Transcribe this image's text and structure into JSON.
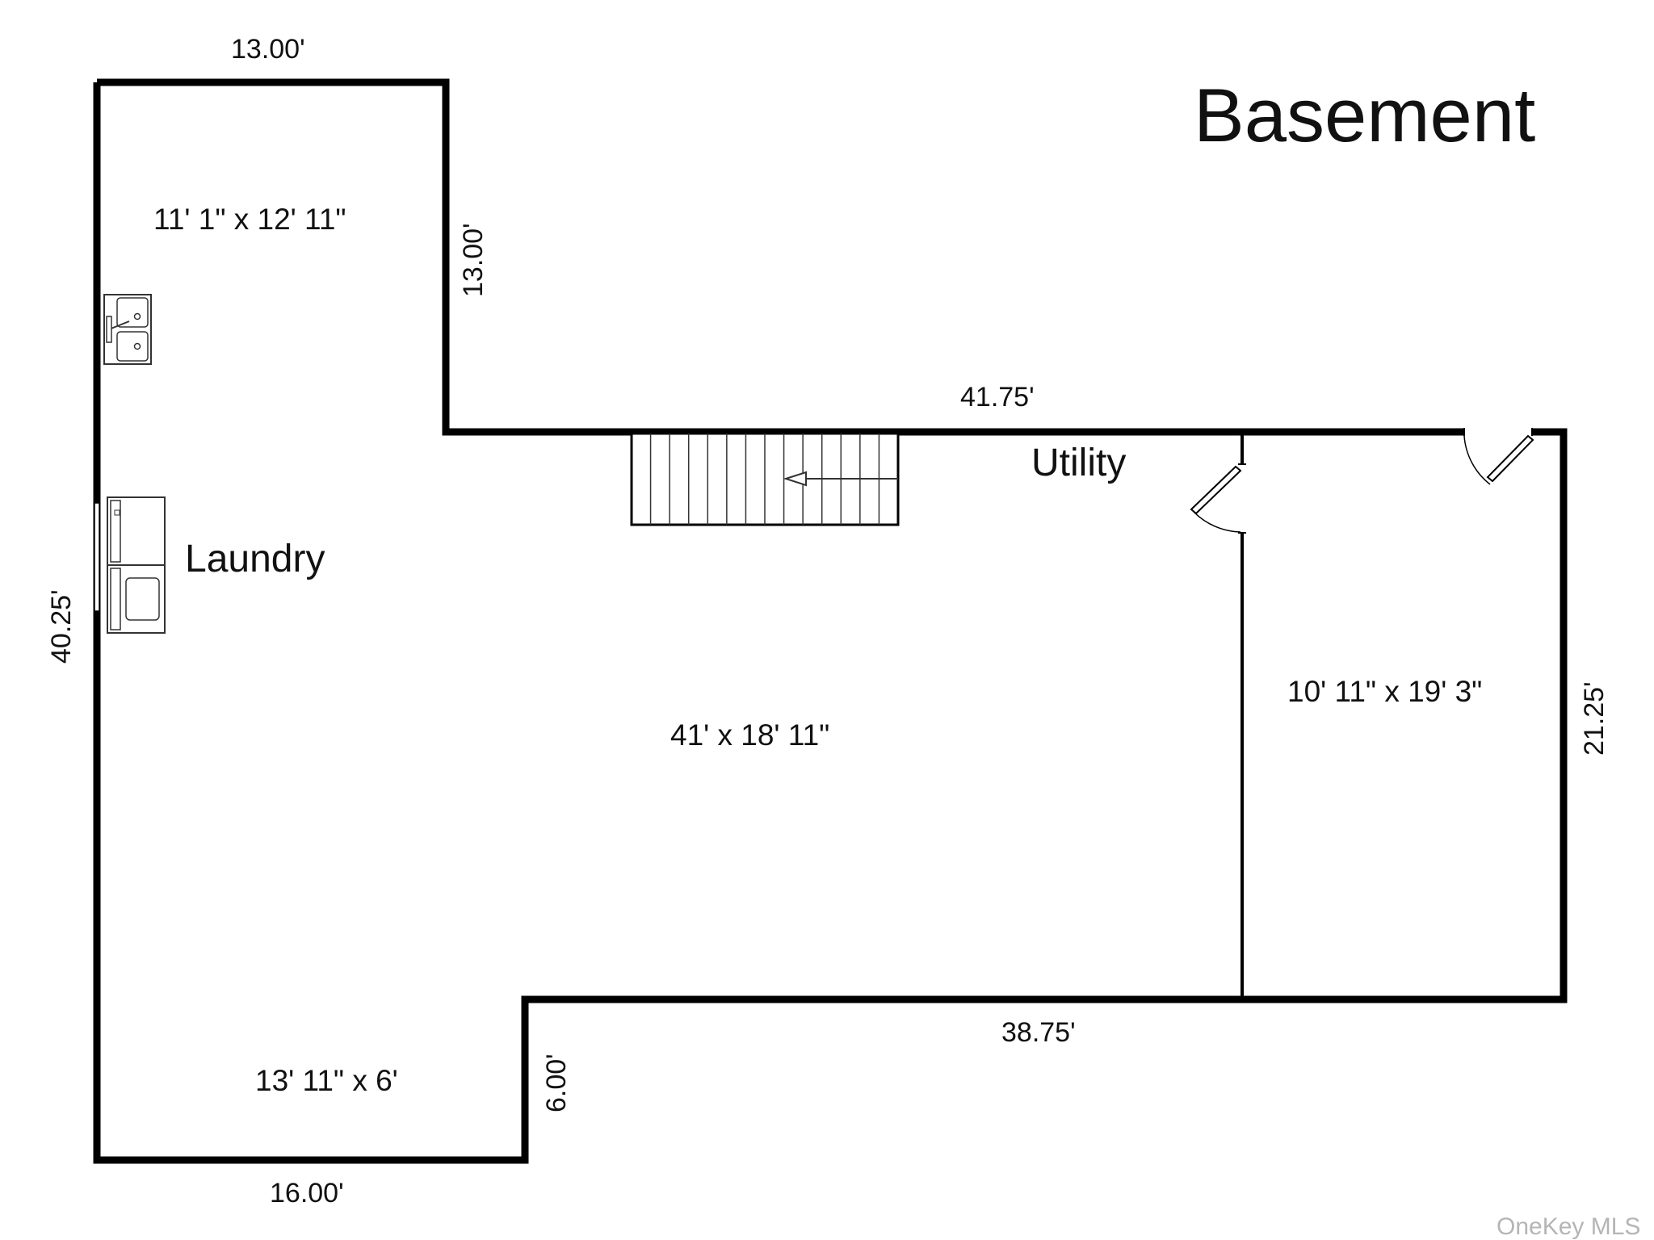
{
  "title": "Basement",
  "rooms": {
    "utility": "Utility",
    "laundry": "Laundry"
  },
  "areas": {
    "top_left": "11' 1\" x 12' 11\"",
    "main": "41' x 18' 11\"",
    "right_room": "10' 11\" x 19' 3\"",
    "bottom_left": "13' 11\" x 6'"
  },
  "dimensions": {
    "top": "13.00'",
    "upper_inner": "13.00'",
    "middle_top": "41.75'",
    "left": "40.25'",
    "right": "21.25'",
    "lower_right": "38.75'",
    "lower_inner": "6.00'",
    "bottom": "16.00'"
  },
  "watermark": "OneKey MLS",
  "colors": {
    "wall": "#000000",
    "fixture": "#333333",
    "text": "#111111",
    "watermark": "#b5b5b5"
  },
  "icons": [
    "staircase-icon",
    "sink-icon",
    "washer-icon",
    "dryer-icon",
    "door-icon"
  ]
}
